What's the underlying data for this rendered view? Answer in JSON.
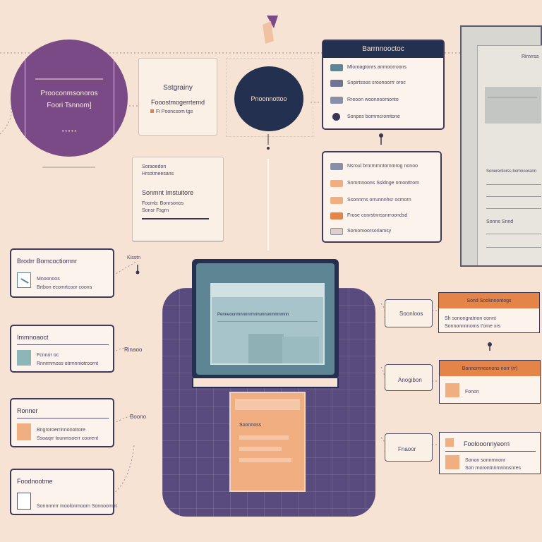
{
  "colors": {
    "background": "#f6e3d3",
    "purple": "#7a4a86",
    "navy": "#24304f",
    "teal": "#5e8593",
    "orange": "#e58449",
    "peach": "#f1ae80",
    "grid_purple": "#5a4b7e"
  },
  "top_left": {
    "circle": {
      "line1": "Prooconmsonoros",
      "line2": "Foori Tsnnom]",
      "dots": "• • • • •"
    },
    "card_a": {
      "title": "Sstgrainy",
      "sub": "Fooostmogerrtemd",
      "meta": "Fi Pooncsom tgs"
    },
    "navy_circle": {
      "label": "Pnoonnottoo"
    },
    "card_b": {
      "line1": "Soraoedon",
      "line2": "Hrsotmeesans",
      "title": "Sonmnt Imstuitore",
      "sub1": "Foomb: Bonrsonos",
      "sub2": "Sonsr Fsgrn"
    }
  },
  "list_top": {
    "title": "Barrnnooctoc",
    "rows": [
      {
        "text": "Mloroagtonrs anmoorroons"
      },
      {
        "text": "Snpirtsoos sroonoorrr oroc"
      },
      {
        "text": "Rreoon woonnoomonto"
      },
      {
        "text": "Sonpes bornmcromtone"
      }
    ]
  },
  "list_mid": {
    "rows": [
      {
        "text": "Nsroul brnrmrnntornmrog nonoo"
      },
      {
        "text": "Snmmnoons Ssldnge nmonttrom"
      },
      {
        "text": "Ssonnrns orrunnnhsr ocmorn"
      },
      {
        "text": "Frose conrstnnssnrroondsd"
      },
      {
        "text": "Somomoorsoriamsy"
      }
    ]
  },
  "doc_panel": {
    "tag": "Rirnrrss",
    "label1": "Sonerentorss bomnoorann",
    "foot": "Sonns  Snnd"
  },
  "left_cards": [
    {
      "title": "Brodrr Bomcoctiomnr",
      "sub": "Mnoonoos",
      "meta": "Brtbon ecomrtcoor coons"
    },
    {
      "title": "Immnoaoct",
      "sub": "Fcnnor oc",
      "meta": "Rnnrmmoss otrmnniotroornt"
    },
    {
      "title": "Ronner",
      "sub": "Bngroroerrinnonotrore",
      "meta": "Ssoaqrr tounmsoerr coorent"
    },
    {
      "title": "Foodnootme",
      "sub": "",
      "meta": "Sonnnnrrr moolonmoorn Sonnoomnt"
    }
  ],
  "left_labels": {
    "a": "Kisstn",
    "b": "Rinaoo",
    "c": "Boono"
  },
  "center": {
    "banner": "Penneoonmnnnnrmrmonnonmmnmnn",
    "doc_title": "Soonnoss"
  },
  "right_labels": {
    "a": "Soonloos",
    "b": "Anogibon",
    "c": "Fnaoor"
  },
  "right_cards": [
    {
      "header": "Sond Sooknnontogs",
      "line1": "Sh sonongratnon oonnt",
      "line2": "Sonnonnnnoms t'ome xrs"
    },
    {
      "header": "Bannomneonons norr (rr)",
      "line1": "Fonon"
    },
    {
      "header": "",
      "title": "Foolooonnyeorn",
      "line1": "Sonon sonnmnonr",
      "line2": "Son rnorontnnmnnnsnres"
    }
  ]
}
